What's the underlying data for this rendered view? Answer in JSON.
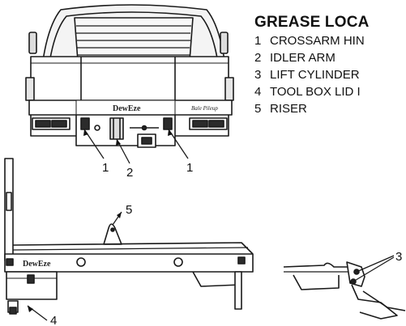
{
  "legend": {
    "title": "GREASE LOCA",
    "items": [
      {
        "number": "1",
        "label": "CROSSARM HIN"
      },
      {
        "number": "2",
        "label": "IDLER ARM"
      },
      {
        "number": "3",
        "label": "LIFT CYLINDER"
      },
      {
        "number": "4",
        "label": "TOOL BOX LID I"
      },
      {
        "number": "5",
        "label": "RISER"
      }
    ]
  },
  "truck_labels": {
    "brand": "DewEze",
    "script_text": "Bale Pileup"
  },
  "callouts": {
    "rear_left": "1",
    "rear_center": "2",
    "rear_right": "1",
    "side_riser": "5",
    "side_toolbox": "4",
    "detail_cylinder": "3"
  }
}
